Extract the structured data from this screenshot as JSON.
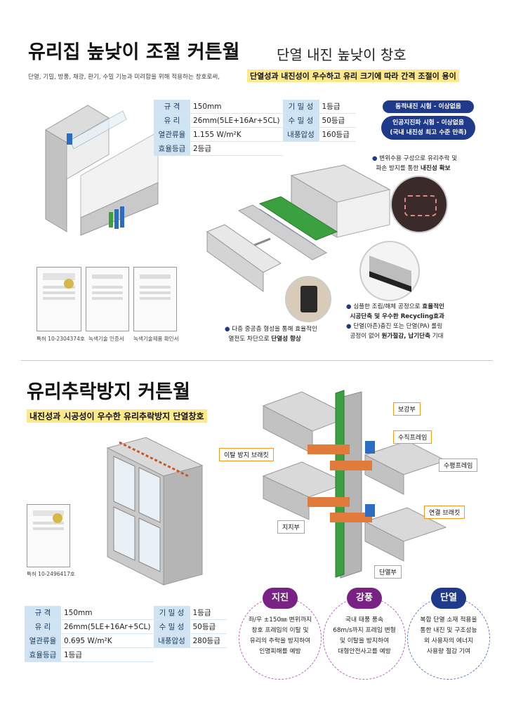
{
  "section1": {
    "title": "유리집 높낮이 조절 커튼월",
    "subtitle": "단열 내진 높낮이 창호",
    "description": "단열, 기밀, 방풍, 채광, 환기, 수밀 기능과 미려함을 위해 적용하는 창호로써,",
    "highlight": "단열성과 내진성이 우수하고 유리 크기에 따라 간격 조절이 용이",
    "specs_left": [
      {
        "key": "규   격",
        "value": "150mm"
      },
      {
        "key": "유   리",
        "value": "26mm(5LE+16Ar+5CL)"
      },
      {
        "key": "열관류율",
        "value": "1.155 W/m²K"
      },
      {
        "key": "효율등급",
        "value": "2등급"
      }
    ],
    "specs_right": [
      {
        "key": "기 밀 성",
        "value": "1등급"
      },
      {
        "key": "수 밀 성",
        "value": "50등급"
      },
      {
        "key": "내풍압성",
        "value": "160등급"
      }
    ],
    "badges": [
      "동적내진 시험 - 이상없음",
      "인공지진파 시험 - 이상없음",
      "(국내 내진성 최고 수준 만족)"
    ],
    "note_top_pre": "변위수용 구성으로 유리추락 및",
    "note_top_line2_pre": "파손 방지를 통한 ",
    "note_top_bold": "내진성 확보",
    "note_mid_pre": "심플한 조립/해체 공정으로 ",
    "note_mid_bold1": "효율적인",
    "note_mid_bold2": "시공단축 및 우수한 Recycling효과",
    "note_mid2_pre": "단열(아존)충진 또는 단열(PA) 롤링",
    "note_mid2_line2_pre": "공정이 없어 ",
    "note_mid2_bold": "원가절감, 납기단축",
    "note_mid2_post": " 기대",
    "note_bot_pre": "다층 중공층 형성을 통해 효율적인",
    "note_bot_line2_pre": "열전도 차단으로 ",
    "note_bot_bold": "단열성 향상",
    "certs": [
      {
        "caption": "특허 10-2304374호"
      },
      {
        "caption": "녹색기술 인증서"
      },
      {
        "caption": "녹색기술제품 확인서"
      }
    ]
  },
  "section2": {
    "title": "유리추락방지 커튼월",
    "subtitle": "내진성과 시공성이 우수한 유리추락방지 단열창호",
    "cert_caption": "특허 10-2496417호",
    "callouts": {
      "reinforce": "보강부",
      "vertical_frame": "수직프레임",
      "detach_bracket": "이탈 방지 브래킷",
      "horizontal_frame": "수평프레임",
      "connect_bracket": "연결 브래킷",
      "support": "지지부",
      "insulation": "단열부"
    },
    "specs_left": [
      {
        "key": "규   격",
        "value": "150mm"
      },
      {
        "key": "유   리",
        "value": "26mm(5LE+16Ar+5CL)"
      },
      {
        "key": "열관류율",
        "value": "0.695 W/m²K"
      },
      {
        "key": "효율등급",
        "value": "1등급"
      }
    ],
    "specs_right": [
      {
        "key": "기 밀 성",
        "value": "1등급"
      },
      {
        "key": "수 밀 성",
        "value": "50등급"
      },
      {
        "key": "내풍압성",
        "value": "280등급"
      }
    ],
    "features": [
      {
        "title": "지진",
        "lines": [
          "좌/우 ±150㎜ 변위까지",
          "창호 프레임의 이탈 및",
          "유리의 추락을 방지하여",
          "인명피해를 예방"
        ]
      },
      {
        "title": "강풍",
        "lines": [
          "국내 태풍 풍속",
          "68m/s까지 프레임 변형",
          "및 이탈을 방지하여",
          "대형안전사고를 예방"
        ]
      },
      {
        "title": "단열",
        "lines": [
          "복합 단열 소재 적용을",
          "통한 내진 및 구조성능",
          "외 사용자의 에너지",
          "사용량 절감 기여"
        ]
      }
    ]
  },
  "colors": {
    "highlight_yellow": "#fbe98a",
    "spec_key_bg": "#cfe3f3",
    "badge_navy": "#1f3a8a",
    "callout_orange": "#f39a1c",
    "feature_purple": "#7a2283"
  }
}
